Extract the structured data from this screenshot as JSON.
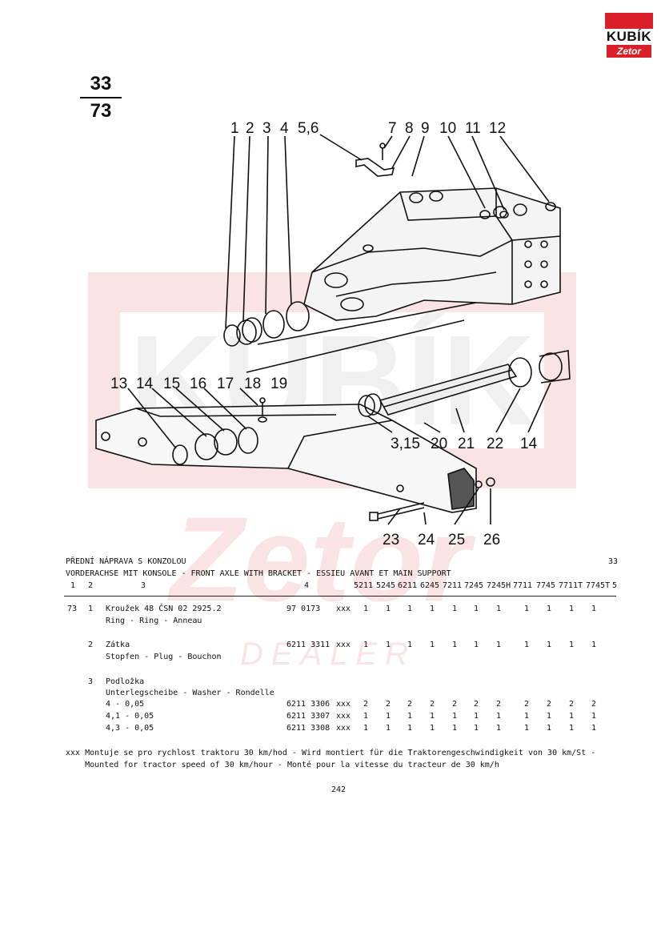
{
  "header": {
    "logo_main": "KUBÍK",
    "logo_sub": "Zetor",
    "page_numerator": "33",
    "page_denominator": "73"
  },
  "diagram": {
    "callouts": [
      "1",
      "2",
      "3",
      "4",
      "5,6",
      "7",
      "8",
      "9",
      "10",
      "11",
      "12",
      "13",
      "14",
      "15",
      "16",
      "17",
      "18",
      "19",
      "3,15",
      "20",
      "21",
      "22",
      "14",
      "23",
      "24",
      "25",
      "26"
    ]
  },
  "watermark": {
    "word": "KUBÍK",
    "brand": "Zetor",
    "dealer": "DEALER"
  },
  "table": {
    "title_cz": "PŘEDNÍ NÁPRAVA S KONZOLOU",
    "title_multi": "VORDERACHSE MIT KONSOLE - FRONT AXLE WITH BRACKET - ESSIEU AVANT ET MAIN SUPPORT",
    "section_number": "33",
    "col_headers": [
      "1",
      "2",
      "3",
      "4"
    ],
    "model_columns": [
      "5211",
      "5245",
      "6211",
      "6245",
      "7211",
      "7245",
      "7245H",
      "7711",
      "7745",
      "7711T",
      "7745T",
      "5"
    ],
    "rows": [
      {
        "fig": "73",
        "pos": "1",
        "name": "Kroužek 48 ČSN 02 2925.2",
        "desc": "Ring - Ring - Anneau",
        "part": "97 0173",
        "note": "xxx",
        "qty": [
          "1",
          "1",
          "1",
          "1",
          "1",
          "1",
          "1",
          "1",
          "1",
          "1",
          "1"
        ]
      },
      {
        "fig": "",
        "pos": "2",
        "name": "Zátka",
        "desc": "Stopfen - Plug - Bouchon",
        "part": "6211 3311",
        "note": "xxx",
        "qty": [
          "1",
          "1",
          "1",
          "1",
          "1",
          "1",
          "1",
          "1",
          "1",
          "1",
          "1"
        ]
      },
      {
        "fig": "",
        "pos": "3",
        "name": "Podložka",
        "desc": "Unterlegscheibe - Washer - Rondelle",
        "part": "",
        "note": "",
        "qty": []
      }
    ],
    "subrows": [
      {
        "size": "4 - 0,05",
        "part": "6211 3306",
        "note": "xxx",
        "qty": [
          "2",
          "2",
          "2",
          "2",
          "2",
          "2",
          "2",
          "2",
          "2",
          "2",
          "2"
        ]
      },
      {
        "size": "4,1 - 0,05",
        "part": "6211 3307",
        "note": "xxx",
        "qty": [
          "1",
          "1",
          "1",
          "1",
          "1",
          "1",
          "1",
          "1",
          "1",
          "1",
          "1"
        ]
      },
      {
        "size": "4,3 - 0,05",
        "part": "6211 3308",
        "note": "xxx",
        "qty": [
          "1",
          "1",
          "1",
          "1",
          "1",
          "1",
          "1",
          "1",
          "1",
          "1",
          "1"
        ]
      }
    ]
  },
  "footnote": {
    "line1": "xxx Montuje se pro rychlost traktoru 30 km/hod - Wird montiert für die Traktorengeschwindigkeit von 30 km/St -",
    "line2": "    Mounted for tractor speed of 30 km/hour - Monté pour la vitesse du tracteur de 30 km/h"
  },
  "page_number": "242"
}
